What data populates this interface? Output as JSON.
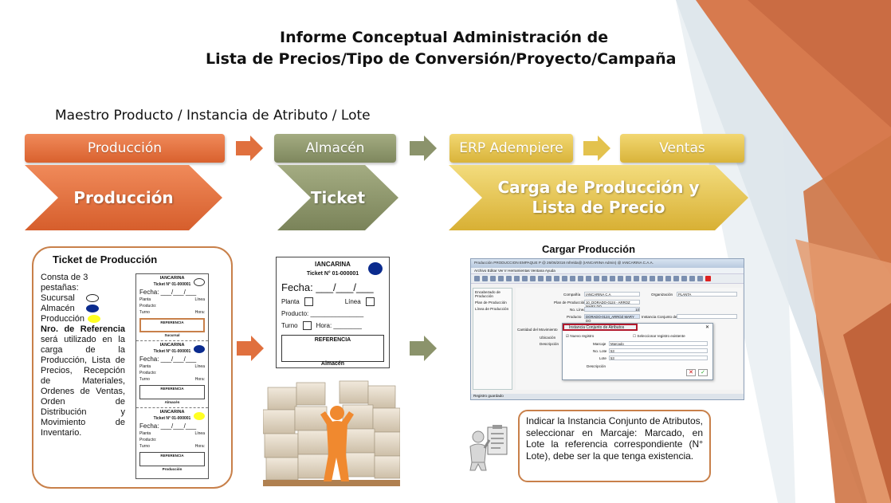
{
  "title": {
    "line1": "Informe Conceptual Administración de",
    "line2": "Lista de Precios/Tipo de Conversión/Proyecto/Campaña"
  },
  "subtitle": "Maestro Producto / Instancia de Atributo / Lote",
  "process_chips": [
    "Producción",
    "Almacén",
    "ERP Adempiere",
    "Ventas"
  ],
  "big_arrows": {
    "produccion": "Producción",
    "ticket": "Ticket",
    "carga_line1": "Carga de Producción y",
    "carga_line2": "Lista de Precio"
  },
  "ticket_box": {
    "header": "Ticket de Producción",
    "p1": "Consta de 3 pestañas:",
    "items": [
      "Sucursal",
      "Almacén",
      "Producción"
    ],
    "bold_part": "Nro. de Referencia",
    "rest": "será utilizado en la carga de la Producción, Lista de Precios, Recepción de Materiales, Ordenes de Ventas, Orden de Distribución y Movimiento de Inventario."
  },
  "mini_ticket": {
    "brand": "IANCARINA",
    "ticket_no": "Ticket N° 01-000001",
    "fecha": "Fecha: ___/___/___",
    "planta": "Planta",
    "linea": "Línea",
    "producto": "Producto:",
    "turno": "Turno",
    "hora": "Hora:",
    "referencia": "REFERENCIA",
    "labels": [
      "Sucursal",
      "Almacén",
      "Producción"
    ]
  },
  "big_ticket": {
    "brand": "IANCARINA",
    "ticket_no": "Ticket N° 01-000001",
    "fecha": "Fecha: ___/___/___",
    "planta": "Planta",
    "linea": "Línea",
    "producto": "Producto: _______________",
    "turno": "Turno",
    "hora": "Hora: ________",
    "referencia": "REFERENCIA",
    "almacen": "Almacén"
  },
  "erp": {
    "heading": "Cargar Producción",
    "window_title": "Producción  PRODUCCION EMPAQUE P @ 26/06/2018  mfrelda@ (IANCARINA Admin) @ IANCARINA C.A.A.",
    "menu": "Archivo   Editar   Ver   Ir   Herramientas   Ventana   Ayuda",
    "side": [
      "Encabezado de Producción",
      "Plan de Producción",
      "Línea de Producción"
    ],
    "labels": {
      "compania": "Compañía",
      "compania_val": "IANCARINA C.A",
      "organizacion": "Organización",
      "organizacion_val": "PLANTA",
      "plan": "Plan de Producción",
      "plan_val": "10_DORADO-0124 - ARROZ MARY DO",
      "no_linea": "No. Línea",
      "no_linea_val": "10",
      "producto": "Producto",
      "producto_val": "DORADO-0124_ARROZ MARY DO",
      "instancia": "Instancia Conjunto de Atributos",
      "cantidad": "Cantidad del Movimiento",
      "ubicacion": "Ubicación",
      "descripcion": "Descripción"
    },
    "dialog": {
      "title": "Instancia Conjunto de Atributos",
      "nuevo": "Nuevo registro",
      "seleccionar": "Seleccionar registro existente",
      "marcaje": "Marcaje",
      "marcaje_val": "Marcado",
      "no_lote": "No. Lote",
      "no_lote_val": "53",
      "lote": "Lote",
      "lote_val": "53",
      "descripcion": "Descripción"
    },
    "status": "Registro guardado"
  },
  "callout": "Indicar la Instancia Conjunto de Atributos, seleccionar en Marcaje: Marcado, en Lote la referencia correspondiente (N° Lote), debe ser la que tenga existencia.",
  "colors": {
    "orange": "#e0703e",
    "olive": "#8b936b",
    "gold": "#e3c24e",
    "border": "#c8804a",
    "blue_dot": "#0b2b8e",
    "yellow_dot": "#ffff22"
  }
}
